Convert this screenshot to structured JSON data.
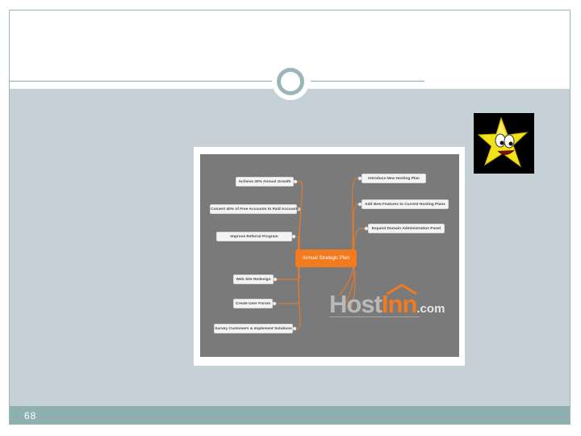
{
  "slide": {
    "page_number": "68"
  },
  "mind_map": {
    "center": "Annual Strategic Plan",
    "left_nodes": [
      "Achieve 30% Annual Growth",
      "Convert 40% of Free Accounts to Paid Accounts",
      "Improve Referral Program",
      "Web Site Redesign",
      "Create User Forum",
      "Survey Customers & Implement Solutions"
    ],
    "right_nodes": [
      "Introduce New Hosting Plan",
      "Add New Features to Current Hosting Plans",
      "Expand Domain Administration Panel"
    ],
    "logo": {
      "part1": "Host",
      "part2": "Inn",
      "part3": ".com"
    }
  },
  "colors": {
    "accent": "#f27a1f",
    "map_background": "#7a7a7a",
    "content_band": "#c6d1d7",
    "footer_band": "#8fb0b1"
  },
  "clipart": {
    "icon": "smiling-star-icon"
  }
}
